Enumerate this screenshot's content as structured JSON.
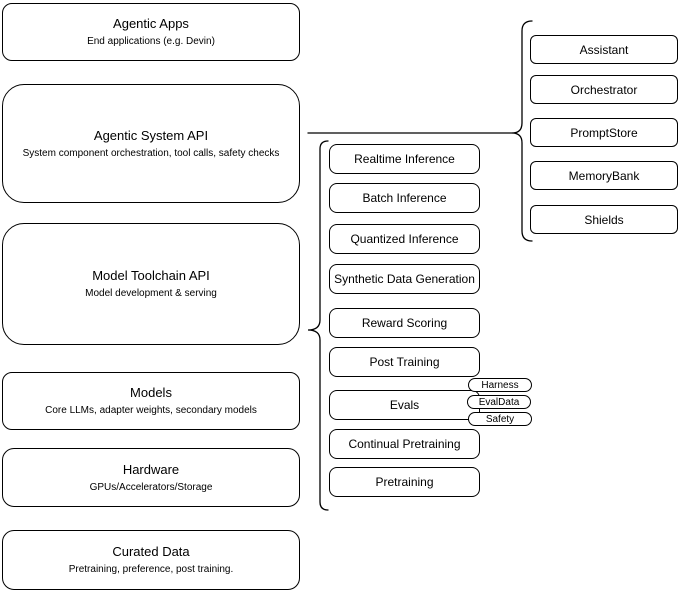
{
  "colors": {
    "background": "#ffffff",
    "node_fill": "#ffffff",
    "node_border": "#000000",
    "text": "#000000"
  },
  "left_column": {
    "boxes": [
      {
        "title": "Agentic Apps",
        "subtitle": "End applications (e.g. Devin)"
      },
      {
        "title": "Agentic System API",
        "subtitle": "System component orchestration, tool calls, safety checks"
      },
      {
        "title": "Model Toolchain API",
        "subtitle": "Model development & serving"
      },
      {
        "title": "Models",
        "subtitle": "Core LLMs, adapter weights, secondary models"
      },
      {
        "title": "Hardware",
        "subtitle": "GPUs/Accelerators/Storage"
      },
      {
        "title": "Curated Data",
        "subtitle": "Pretraining, preference, post training."
      }
    ]
  },
  "middle_column": {
    "boxes": [
      {
        "label": "Realtime Inference"
      },
      {
        "label": "Batch Inference"
      },
      {
        "label": "Quantized Inference"
      },
      {
        "label": "Synthetic Data Generation"
      },
      {
        "label": "Reward Scoring"
      },
      {
        "label": "Post Training"
      },
      {
        "label": "Evals"
      },
      {
        "label": "Continual Pretraining"
      },
      {
        "label": "Pretraining"
      }
    ]
  },
  "eval_tags": [
    {
      "label": "Harness"
    },
    {
      "label": "EvalData"
    },
    {
      "label": "Safety"
    }
  ],
  "right_column": {
    "boxes": [
      {
        "label": "Assistant"
      },
      {
        "label": "Orchestrator"
      },
      {
        "label": "PromptStore"
      },
      {
        "label": "MemoryBank"
      },
      {
        "label": "Shields"
      }
    ]
  }
}
